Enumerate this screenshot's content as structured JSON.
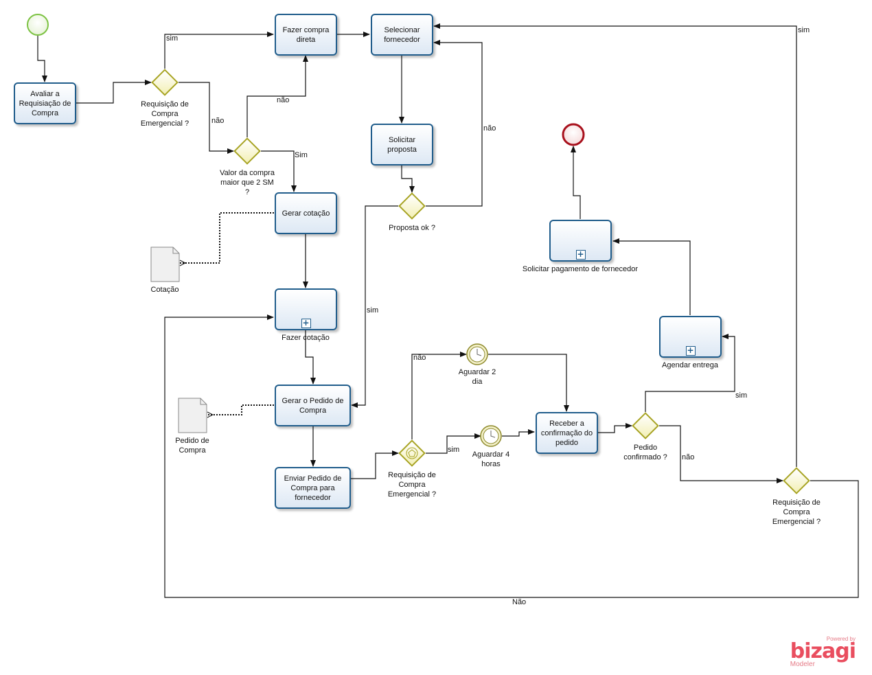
{
  "tasks": {
    "avaliar": "Avaliar a Requisiação de Compra",
    "fazer_compra_direta": "Fazer compra direta",
    "selecionar_fornecedor": "Selecionar fornecedor",
    "solicitar_proposta": "Solicitar proposta",
    "gerar_cotacao": "Gerar cotação",
    "gerar_pedido": "Gerar o Pedido de Compra",
    "enviar_pedido": "Enviar Pedido de Compra para fornecedor",
    "receber_confirmacao": "Receber a confirmação do pedido"
  },
  "subprocesses": {
    "fazer_cotacao": "Fazer cotação",
    "agendar_entrega": "Agendar entrega",
    "solicitar_pagamento": "Solicitar pagamento de fornecedor"
  },
  "gateways": {
    "req_emergencial_1": "Requisição de Compra Emergencial ?",
    "valor_compra": "Valor da compra maior que 2 SM ?",
    "proposta_ok": "Proposta ok ?",
    "req_emergencial_2": "Requisição de Compra Emergencial ?",
    "pedido_confirmado": "Pedido confirmado ?",
    "req_emergencial_3": "Requisição de Compra Emergencial ?"
  },
  "events": {
    "aguardar_2_dia": "Aguardar 2 dia",
    "aguardar_4_horas": "Aguardar 4 horas"
  },
  "documents": {
    "cotacao": "Cotação",
    "pedido_compra": "Pedido de Compra"
  },
  "edge_labels": {
    "sim_1": "sim",
    "nao_1": "não",
    "nao_2": "não",
    "sim_2": "Sim",
    "nao_3": "não",
    "sim_3": "sim",
    "nao_4": "não",
    "sim_4": "sim",
    "sim_5": "sim",
    "nao_5": "não",
    "sim_6": "sim",
    "nao_6": "Não"
  },
  "branding": {
    "powered": "Powered by",
    "name": "bizagi",
    "product": "Modeler"
  },
  "colors": {
    "task_border": "#1f5c8b",
    "gateway_border": "#a7a321",
    "start_event": "#7cc242",
    "end_event": "#a8101c",
    "brand": "#e94e5f"
  }
}
